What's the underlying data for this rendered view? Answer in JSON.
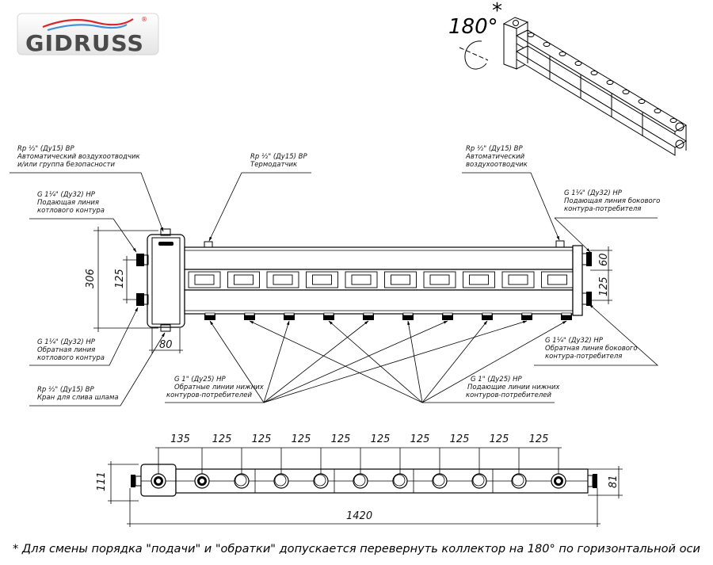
{
  "logo": {
    "brand": "GIDRUSS",
    "registered_mark": "®",
    "colors": {
      "red": "#d9262b",
      "blue": "#3f8fd6",
      "text": "#4a4a4a"
    }
  },
  "isometric": {
    "rotation_label": "180°",
    "asterisk": "*"
  },
  "callouts": {
    "top_left_air_vent": [
      "Rp ½\" (Ду15) ВР",
      "Автоматический воздухоотводчик",
      "и/или группа безопасности"
    ],
    "thermo_sensor": [
      "Rp ½\" (Ду15) ВР",
      "Термодатчик"
    ],
    "top_right_air_vent": [
      "Rp ½\" (Ду15) ВР",
      "Автоматический",
      "воздухоотводчик"
    ],
    "boiler_supply": [
      "G 1¼\" (Ду32) НР",
      "Подающая линия",
      "котлового контура"
    ],
    "side_supply": [
      "G 1¼\" (Ду32) НР",
      "Подающая линия бокового",
      "контура-потребителя"
    ],
    "boiler_return": [
      "G 1¼\" (Ду32) НР",
      "Обратная линия",
      "котлового контура"
    ],
    "side_return": [
      "G 1¼\" (Ду32) НР",
      "Обратная линия бокового",
      "контура-потребителя"
    ],
    "drain_valve": [
      "Rp ½\" (Ду15) ВР",
      "Кран для слива шлама"
    ],
    "lower_returns": [
      "G 1\" (Ду25) НР",
      "Обратные линии нижних",
      "контуров-потребителей"
    ],
    "lower_supplies": [
      "G 1\" (Ду25) НР",
      "Подающие линии нижних",
      "контуров-потребителей"
    ]
  },
  "dimensions": {
    "front": {
      "height_total": "306",
      "left_spacing": "125",
      "width_module": "80",
      "right_offset": "60",
      "right_spacing": "125"
    },
    "top": {
      "spacings": [
        "135",
        "125",
        "125",
        "125",
        "125",
        "125",
        "125",
        "125",
        "125",
        "125"
      ],
      "total_length": "1420",
      "left_height": "111",
      "right_height": "81"
    }
  },
  "footnote": "* Для смены порядка \"подачи\" и \"обратки\" допускается перевернуть коллектор на 180° по горизонтальной оси"
}
